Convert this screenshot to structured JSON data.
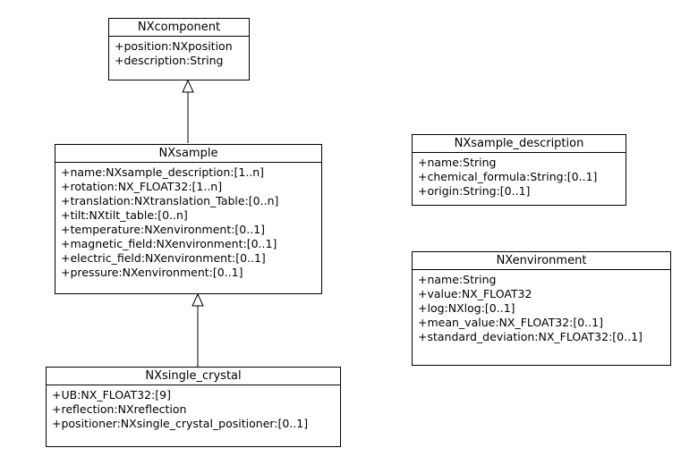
{
  "classes": {
    "nxcomponent": {
      "name": "NXcomponent",
      "attributes": [
        "+position:NXposition",
        "+description:String"
      ]
    },
    "nxsample": {
      "name": "NXsample",
      "attributes": [
        "+name:NXsample_description:[1..n]",
        "+rotation:NX_FLOAT32:[1..n]",
        "+translation:NXtranslation_Table:[0..n]",
        "+tilt:NXtilt_table:[0..n]",
        "+temperature:NXenvironment:[0..1]",
        "+magnetic_field:NXenvironment:[0..1]",
        "+electric_field:NXenvironment:[0..1]",
        "+pressure:NXenvironment:[0..1]"
      ]
    },
    "nxsingle_crystal": {
      "name": "NXsingle_crystal",
      "attributes": [
        "+UB:NX_FLOAT32:[9]",
        "+reflection:NXreflection",
        "+positioner:NXsingle_crystal_positioner:[0..1]"
      ]
    },
    "nxsample_description": {
      "name": "NXsample_description",
      "attributes": [
        "+name:String",
        "+chemical_formula:String:[0..1]",
        "+origin:String:[0..1]"
      ]
    },
    "nxenvironment": {
      "name": "NXenvironment",
      "attributes": [
        "+name:String",
        "+value:NX_FLOAT32",
        "+log:NXlog:[0..1]",
        "+mean_value:NX_FLOAT32:[0..1]",
        "+standard_deviation:NX_FLOAT32:[0..1]"
      ]
    }
  }
}
